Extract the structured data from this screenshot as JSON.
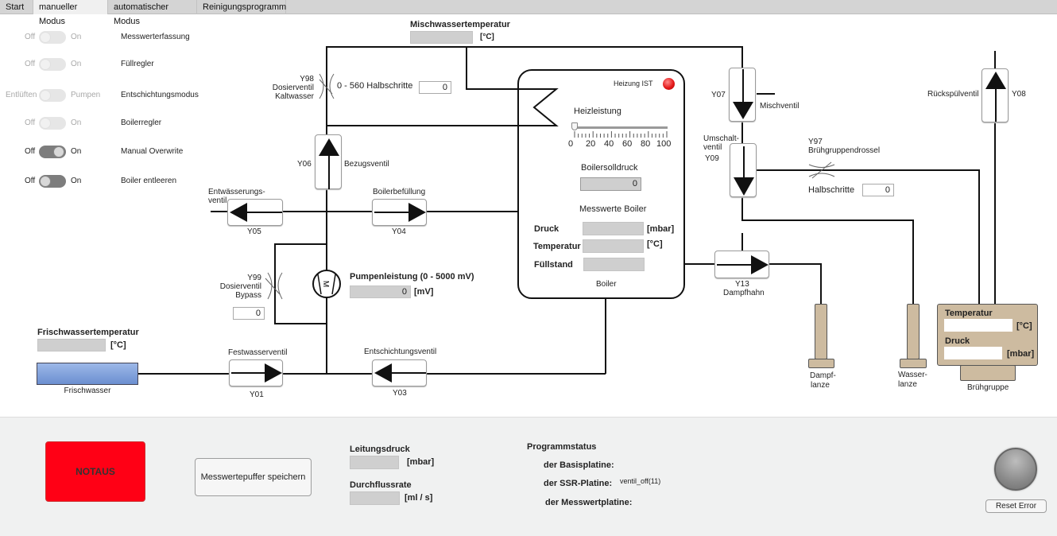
{
  "tabs": [
    {
      "label": "Start",
      "active": false
    },
    {
      "label": "manueller Modus",
      "active": true
    },
    {
      "label": "automatischer Modus",
      "active": false
    },
    {
      "label": "Reinigungsprogramm",
      "active": false
    }
  ],
  "toggles": [
    {
      "off": "Off",
      "on": "On",
      "label": "Messwerterfassung",
      "state": "off",
      "enabled": false
    },
    {
      "off": "Off",
      "on": "On",
      "label": "Füllregler",
      "state": "off",
      "enabled": false
    },
    {
      "off": "Entlüften",
      "on": "Pumpen",
      "label": "Entschichtungsmodus",
      "state": "off",
      "enabled": false
    },
    {
      "off": "Off",
      "on": "On",
      "label": "Boilerregler",
      "state": "off",
      "enabled": false
    },
    {
      "off": "Off",
      "on": "On",
      "label": "Manual Overwrite",
      "state": "on",
      "enabled": true
    },
    {
      "off": "Off",
      "on": "On",
      "label": "Boiler entleeren",
      "state": "off",
      "enabled": true
    }
  ],
  "mischwasser": {
    "title": "Mischwassertemperatur",
    "value": "",
    "unit": "[°C]"
  },
  "y98": {
    "id": "Y98",
    "name1": "Dosierventil",
    "name2": "Kaltwasser",
    "range_label": "0 - 560 Halbschritte",
    "value": "0"
  },
  "y06": {
    "id": "Y06",
    "name": "Bezugsventil"
  },
  "y05": {
    "id": "Y05",
    "name1": "Entwässerungs-",
    "name2": "ventil"
  },
  "y04": {
    "id": "Y04",
    "name": "Boilerbefüllung"
  },
  "y99": {
    "id": "Y99",
    "name1": "Dosierventil",
    "name2": "Bypass",
    "value": "0"
  },
  "pump": {
    "title": "Pumpenleistung (0 - 5000 mV)",
    "value": "0",
    "unit": "[mV]",
    "symbol": "M"
  },
  "frischwasser_temp": {
    "title": "Frischwassertemperatur",
    "value": "",
    "unit": "[°C]"
  },
  "frischwasser": {
    "label": "Frischwasser",
    "color": "#7f9fd8"
  },
  "y01": {
    "id": "Y01",
    "name": "Festwasserventil"
  },
  "y03": {
    "id": "Y03",
    "name": "Entschichtungsventil"
  },
  "boiler": {
    "label": "Boiler",
    "heizung_label": "Heizung IST",
    "heizung_color": "#e41a1a",
    "heizleistung_label": "Heizleistung",
    "heizleistung_value": 0,
    "slider_ticks": [
      "0",
      "20",
      "40",
      "60",
      "80",
      "100"
    ],
    "solldruck_label": "Boilersolldruck",
    "solldruck_value": "0",
    "messwerte_title": "Messwerte Boiler",
    "druck_label": "Druck",
    "druck_value": "",
    "druck_unit": "[mbar]",
    "temp_label": "Temperatur",
    "temp_value": "",
    "temp_unit": "[°C]",
    "fuell_label": "Füllstand",
    "fuell_value": ""
  },
  "y07": {
    "id": "Y07",
    "name": "Mischventil"
  },
  "y09": {
    "id": "Y09",
    "name1": "Umschalt-",
    "name2": "ventil"
  },
  "y97": {
    "id": "Y97",
    "name": "Brühgruppendrossel",
    "halb_label": "Halbschritte",
    "value": "0"
  },
  "y13": {
    "id": "Y13",
    "name": "Dampfhahn"
  },
  "y08": {
    "id": "Y08",
    "name": "Rückspülventil"
  },
  "dampflanze": {
    "l1": "Dampf-",
    "l2": "lanze"
  },
  "wasserlanze": {
    "l1": "Wasser-",
    "l2": "lanze"
  },
  "bruehgruppe": {
    "label": "Brühgruppe",
    "temp_label": "Temperatur",
    "temp_value": "",
    "temp_unit": "[°C]",
    "druck_label": "Druck",
    "druck_value": "",
    "druck_unit": "[mbar]",
    "color": "#cdbba0"
  },
  "bottom": {
    "notaus_label": "NOTAUS",
    "notaus_color": "#ff0015",
    "save_label": "Messwertepuffer speichern",
    "leitungsdruck_label": "Leitungsdruck",
    "leitungsdruck_value": "",
    "leitungsdruck_unit": "[mbar]",
    "durchfluss_label": "Durchflussrate",
    "durchfluss_value": "",
    "durchfluss_unit": "[ml / s]",
    "status_title": "Programmstatus",
    "basis_label": "der Basisplatine:",
    "basis_value": "",
    "ssr_label": "der SSR-Platine:",
    "ssr_value": "ventil_off(11)",
    "mess_label": "der Messwertplatine:",
    "mess_value": "",
    "reset_label": "Reset Error"
  }
}
